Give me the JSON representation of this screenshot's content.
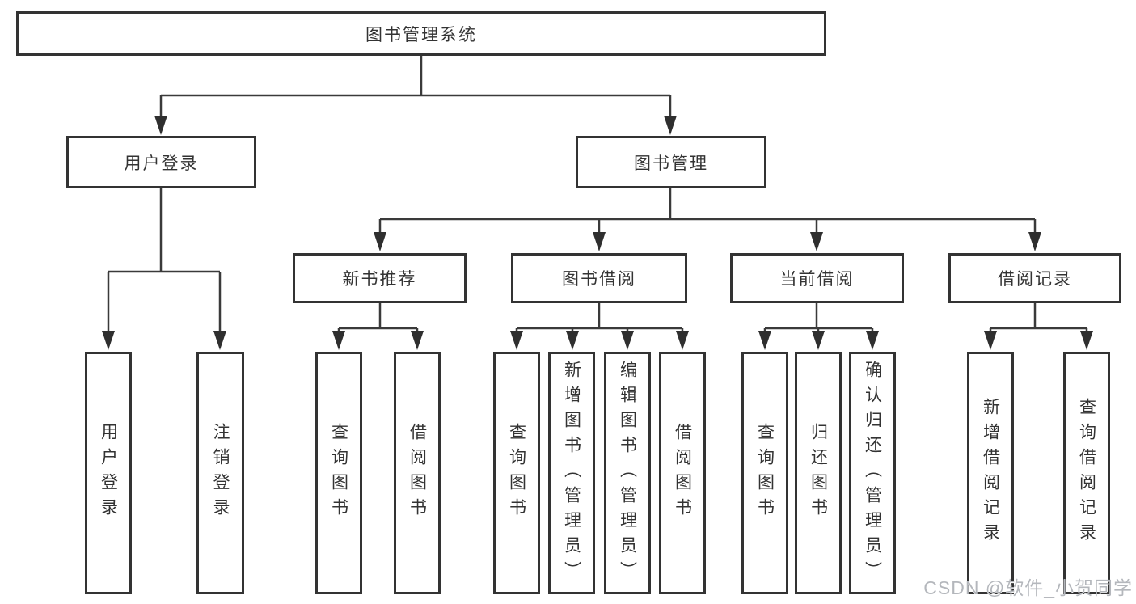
{
  "diagram": {
    "root": {
      "label": "图书管理系统"
    },
    "branches": [
      {
        "label": "用户登录",
        "children": [
          {
            "label": "用户登录"
          },
          {
            "label": "注销登录"
          }
        ]
      },
      {
        "label": "图书管理",
        "children": [
          {
            "label": "新书推荐",
            "children": [
              {
                "label": "查询图书"
              },
              {
                "label": "借阅图书"
              }
            ]
          },
          {
            "label": "图书借阅",
            "children": [
              {
                "label": "查询图书"
              },
              {
                "label": "新增图书（管理员）"
              },
              {
                "label": "编辑图书（管理员）"
              },
              {
                "label": "借阅图书"
              }
            ]
          },
          {
            "label": "当前借阅",
            "children": [
              {
                "label": "查询图书"
              },
              {
                "label": "归还图书"
              },
              {
                "label": "确认归还（管理员）"
              }
            ]
          },
          {
            "label": "借阅记录",
            "children": [
              {
                "label": "新增借阅记录"
              },
              {
                "label": "查询借阅记录"
              }
            ]
          }
        ]
      }
    ]
  },
  "watermark": {
    "text": "CSDN @软件_小贺同学"
  },
  "colors": {
    "line": "#3a3a3a",
    "box_border": "#333333",
    "text": "#333333",
    "watermark": "#b4b7bc",
    "background": "#ffffff"
  }
}
